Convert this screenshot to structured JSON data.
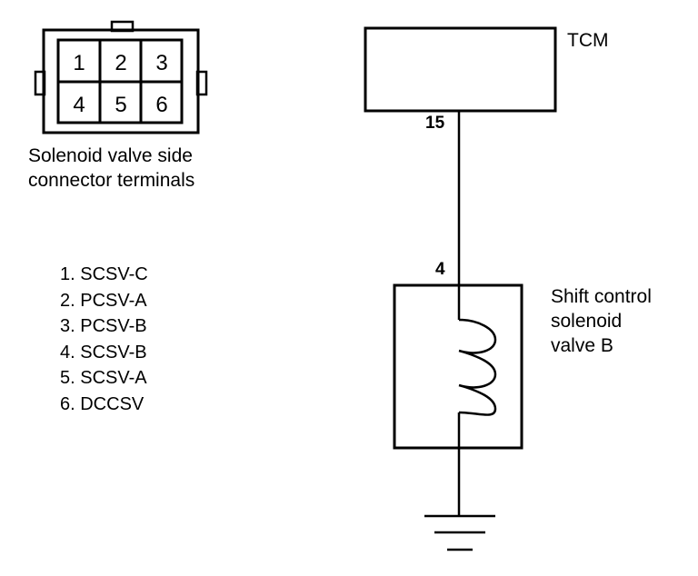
{
  "connector": {
    "terminals": [
      "1",
      "2",
      "3",
      "4",
      "5",
      "6"
    ],
    "caption_lines": [
      "Solenoid valve side",
      "connector terminals"
    ]
  },
  "legend": [
    "1. SCSV-C",
    "2. PCSV-A",
    "3. PCSV-B",
    "4. SCSV-B",
    "5. SCSV-A",
    "6. DCCSV"
  ],
  "circuit": {
    "module_label": "TCM",
    "module_pin": "15",
    "valve_pin": "4",
    "valve_label_lines": [
      "Shift control",
      "solenoid",
      "valve B"
    ]
  },
  "colors": {
    "line": "#000000",
    "background": "#ffffff"
  }
}
